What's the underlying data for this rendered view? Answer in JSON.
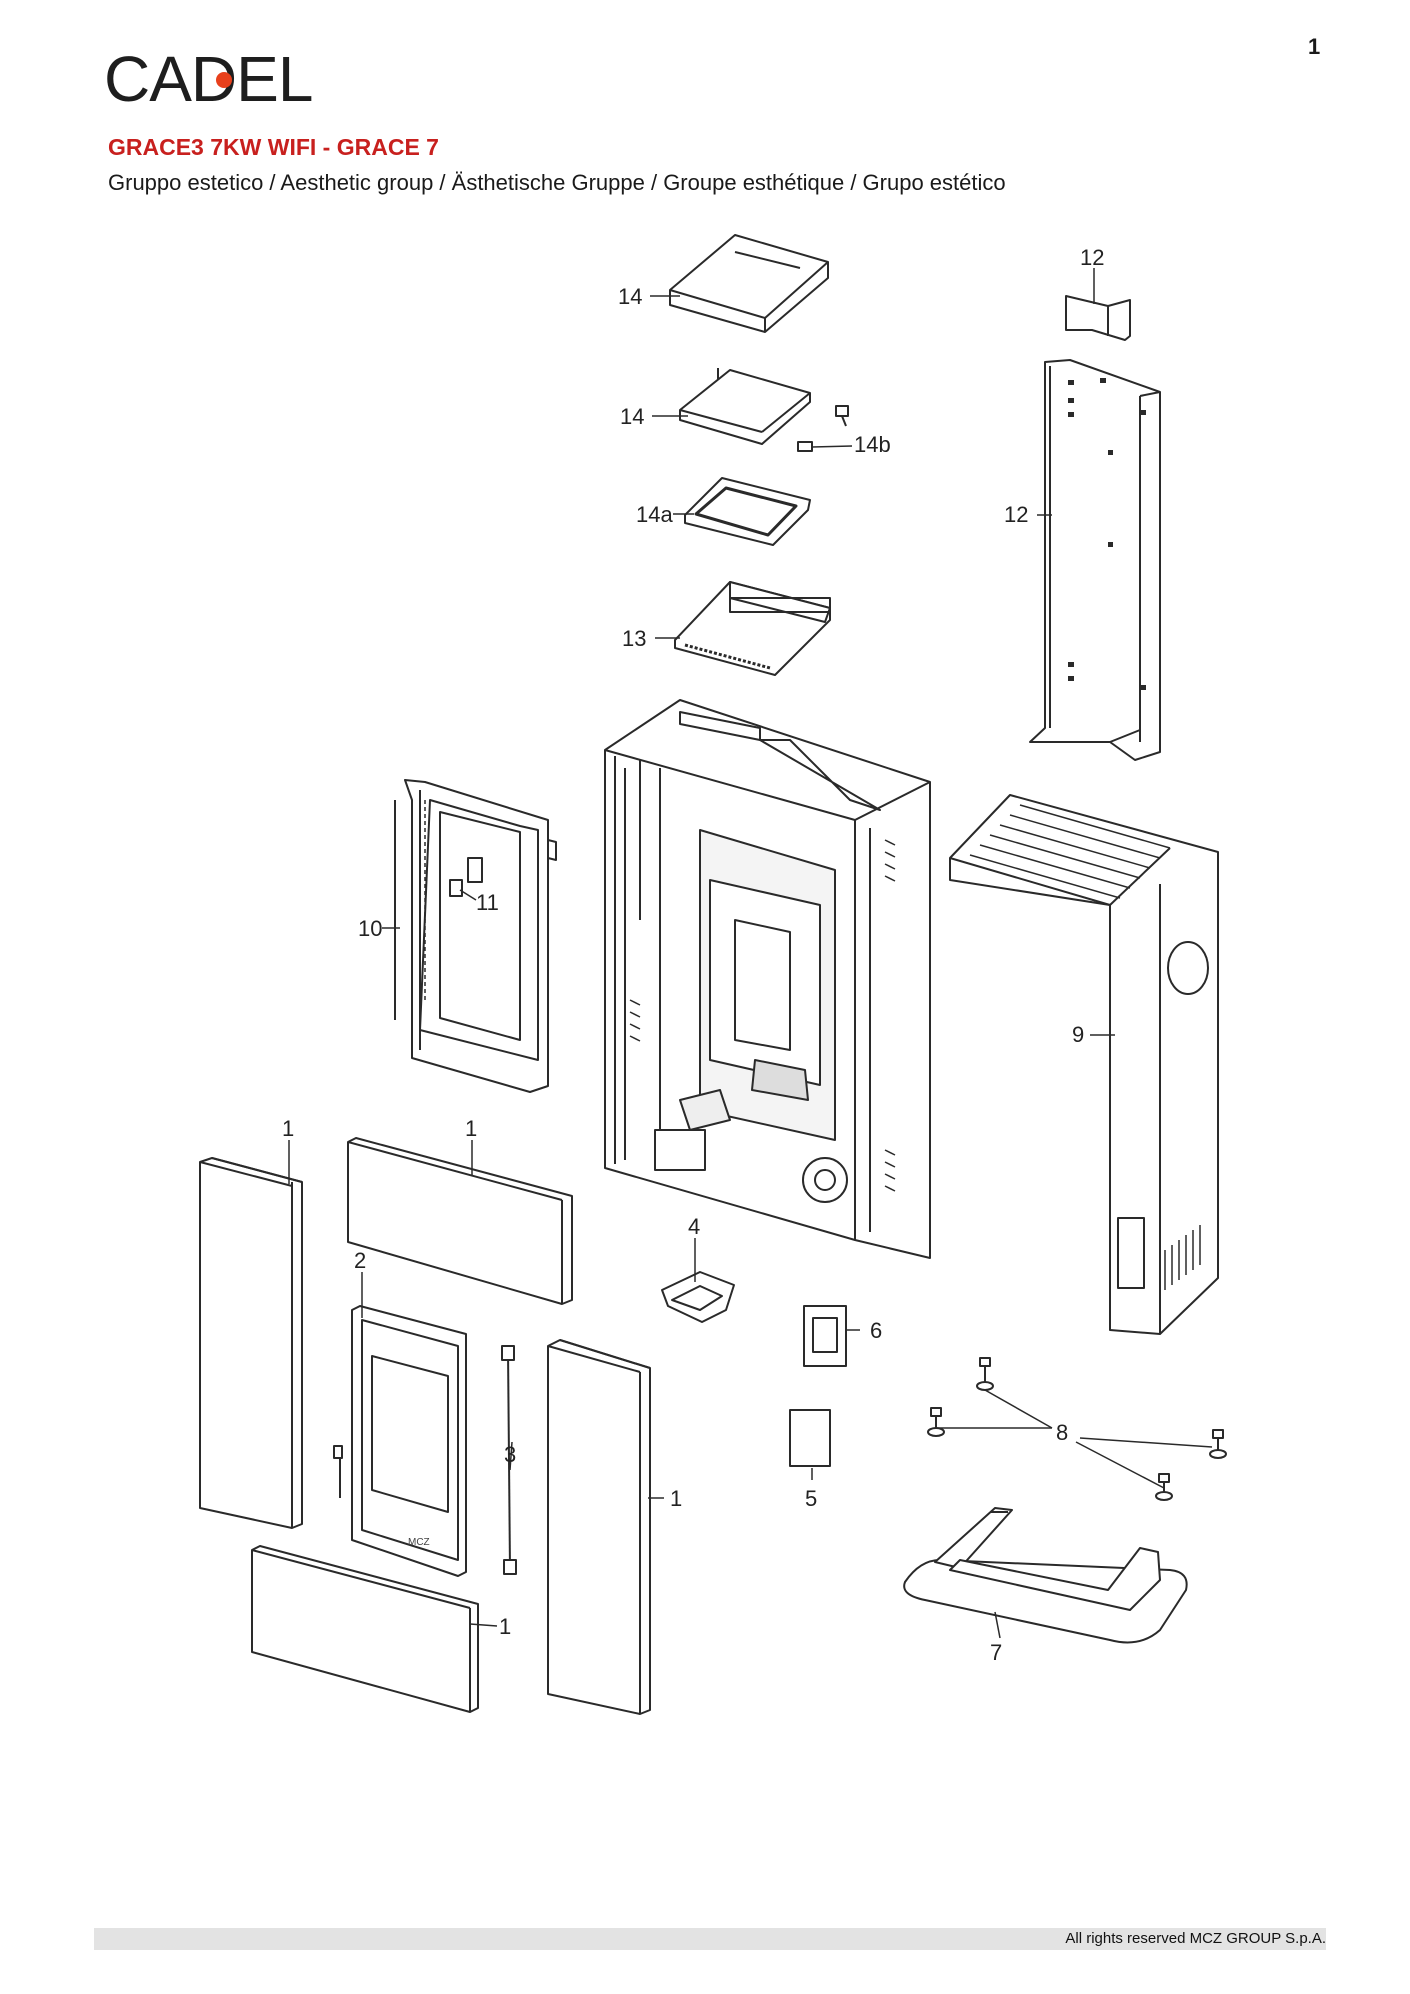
{
  "page": {
    "number": "1"
  },
  "brand": {
    "logo_text": "CADEL",
    "accent_color": "#e8401c"
  },
  "header": {
    "product_title": "GRACE3 7KW WIFI - GRACE 7",
    "product_title_color": "#c8201e",
    "subtitle": "Gruppo estetico / Aesthetic group / Ästhetische Gruppe / Groupe esthétique / Grupo estético"
  },
  "diagram": {
    "callouts": {
      "c14_top": "14",
      "c14_mid": "14",
      "c14b": "14b",
      "c14a": "14a",
      "c13": "13",
      "c12_top": "12",
      "c12_back": "12",
      "c11": "11",
      "c10": "10",
      "c9": "9",
      "c1_left": "1",
      "c1_top": "1",
      "c2": "2",
      "c3": "3",
      "c4": "4",
      "c6": "6",
      "c5": "5",
      "c8": "8",
      "c1_right": "1",
      "c1_bottom": "1",
      "c7": "7"
    }
  },
  "footer": {
    "copyright": "All rights reserved MCZ GROUP S.p.A.",
    "bar_color": "#e3e3e3"
  }
}
